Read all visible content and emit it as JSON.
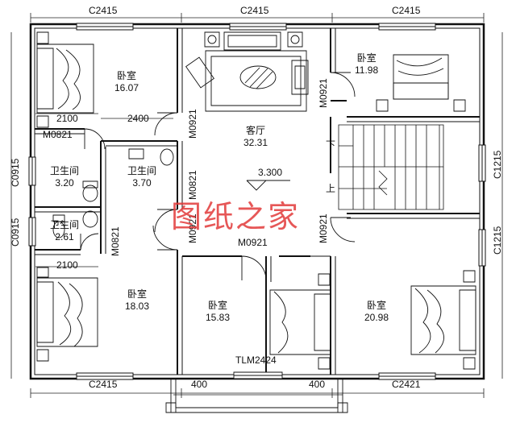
{
  "rooms": {
    "bed1": {
      "name": "卧室",
      "area": "16.07"
    },
    "bed2": {
      "name": "卧室",
      "area": "11.98"
    },
    "living": {
      "name": "客厅",
      "area": "32.31"
    },
    "bath1": {
      "name": "卫生间",
      "area": "3.20"
    },
    "bath2": {
      "name": "卫生间",
      "area": "3.70"
    },
    "bath3": {
      "name": "卫生间",
      "area": "2.61"
    },
    "bed3": {
      "name": "卧室",
      "area": "18.03"
    },
    "bed4": {
      "name": "卧室",
      "area": "15.83"
    },
    "bed5": {
      "name": "卧室",
      "area": "20.98"
    }
  },
  "windows": {
    "top_left": "C2415",
    "top_mid": "C2415",
    "top_right": "C2415",
    "bottom_left": "C2415",
    "bottom_right": "C2421",
    "left_upper": "C0915",
    "left_lower": "C0915",
    "right_upper": "C1215",
    "right_lower": "C1215"
  },
  "doors": {
    "bed1": "M0821",
    "living_left": "M0921",
    "bed2": "M0921",
    "bath2": "M0821",
    "bath3": "M0821",
    "bed3": "M0921",
    "hall": "M0921",
    "bed5": "M0921",
    "balcony": "TLM2424"
  },
  "dims": {
    "d2100_top": "2100",
    "d2400": "2400",
    "d2100_bottom": "2100",
    "d400_left": "400",
    "d400_right": "400"
  },
  "level": "3.300",
  "stair": {
    "down": "下",
    "up": "上"
  },
  "watermark": "图纸之家"
}
